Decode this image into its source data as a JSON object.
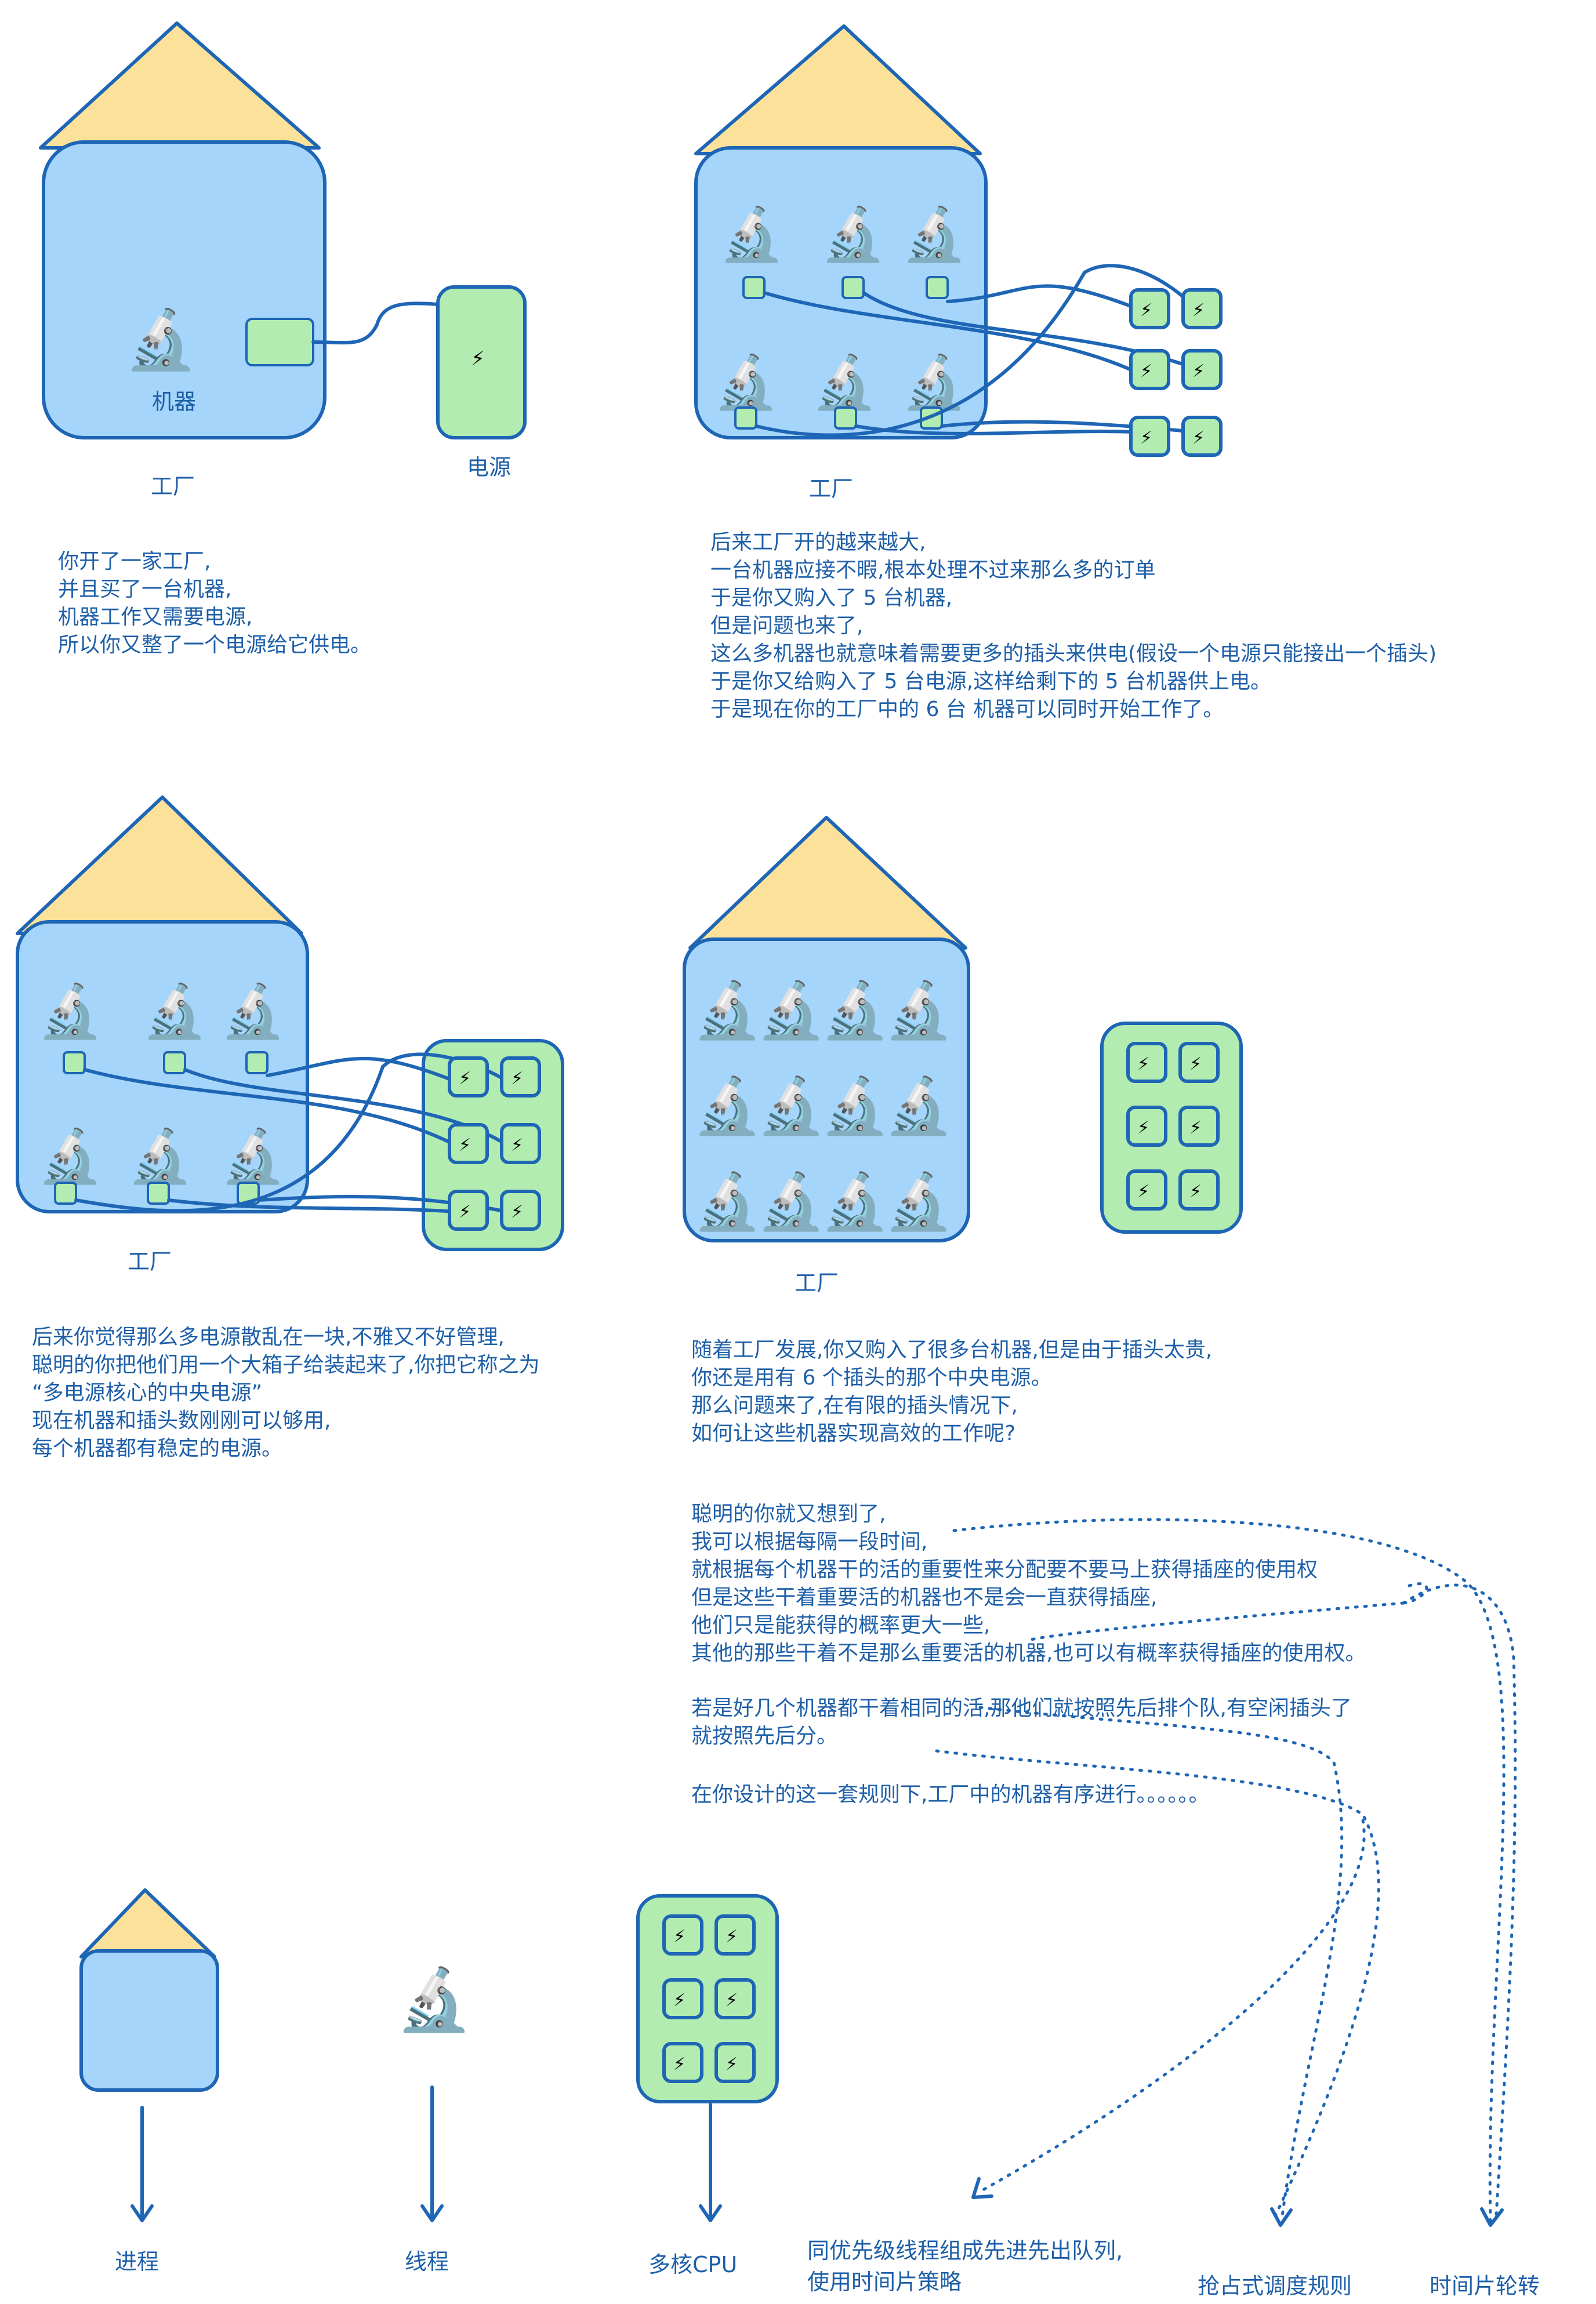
{
  "labels": {
    "machine": "机器",
    "factory": "工厂",
    "power": "电源",
    "process": "进程",
    "thread": "线程",
    "multicore": "多核CPU",
    "fifo": [
      "同优先级线程组成先进先出队列,",
      "使用时间片策略"
    ],
    "preempt": "抢占式调度规则",
    "timeslice": "时间片轮转"
  },
  "story1": [
    "你开了一家工厂,",
    "并且买了一台机器,",
    "机器工作又需要电源,",
    "所以你又整了一个电源给它供电。"
  ],
  "story2": [
    "后来工厂开的越来越大,",
    "一台机器应接不暇,根本处理不过来那么多的订单",
    "于是你又购入了 5 台机器,",
    "但是问题也来了,",
    "这么多机器也就意味着需要更多的插头来供电(假设一个电源只能接出一个插头)",
    "于是你又给购入了 5   台电源,这样给剩下的 5 台机器供上电。",
    "于是现在你的工厂中的 6 台 机器可以同时开始工作了。"
  ],
  "story3": [
    "后来你觉得那么多电源散乱在一块,不雅又不好管理,",
    "聪明的你把他们用一个大箱子给装起来了,你把它称之为",
    "“多电源核心的中央电源”",
    "现在机器和插头数刚刚可以够用,",
    "每个机器都有稳定的电源。"
  ],
  "story4": [
    "随着工厂发展,你又购入了很多台机器,但是由于插头太贵,",
    "你还是用有 6 个插头的那个中央电源。",
    "那么问题来了,在有限的插头情况下,",
    "如何让这些机器实现高效的工作呢?"
  ],
  "story5": [
    "聪明的你就又想到了,",
    "我可以根据每隔一段时间,",
    "就根据每个机器干的活的重要性来分配要不要马上获得插座的使用权",
    "但是这些干着重要活的机器也不是会一直获得插座,",
    "他们只是能获得的概率更大一些,",
    "其他的那些干着不是那么重要活的机器,也可以有概率获得插座的使用权。"
  ],
  "story6": [
    "若是好几个机器都干着相同的活,那他们就按照先后排个队,有空闲插头了",
    "就按照先后分。"
  ],
  "story7": [
    "在你设计的这一套规则下,工厂中的机器有序进行。。。。。。"
  ],
  "icons": {
    "machine": "microscope-icon",
    "socket": "lightning-icon"
  },
  "colors": {
    "factory_fill": "#a6d5fb",
    "roof_fill": "#fbe19a",
    "power_fill": "#b2ecb0",
    "stroke": "#1e66b5"
  }
}
